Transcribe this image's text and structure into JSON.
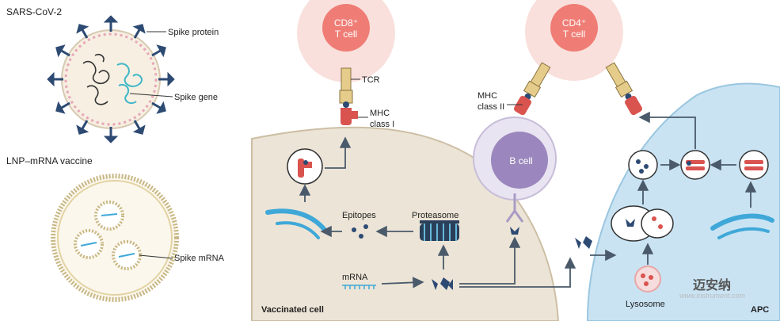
{
  "panel_left": {
    "virus_title": "SARS-CoV-2",
    "spike_protein": "Spike protein",
    "spike_gene": "Spike gene",
    "vaccine_title": "LNP–mRNA vaccine",
    "spike_mrna": "Spike mRNA"
  },
  "panel_main": {
    "cd8_line1": "CD8⁺",
    "cd8_line2": "T cell",
    "tcr": "TCR",
    "mhc1_line1": "MHC",
    "mhc1_line2": "class I",
    "epitopes": "Epitopes",
    "proteasome": "Proteasome",
    "mrna": "mRNA",
    "vaccinated_cell": "Vaccinated cell",
    "cd4_line1": "CD4⁺",
    "cd4_line2": "T cell",
    "mhc2_line1": "MHC",
    "mhc2_line2": "class II",
    "b_cell": "B cell",
    "lysosome": "Lysosome",
    "apc": "APC"
  },
  "watermark": {
    "brand": "迈安纳",
    "site": "www.instrument.com"
  },
  "colors": {
    "vaccinated_cell_fill": "#ece4d6",
    "apc_fill": "#c9e3f3",
    "t_cell_outer": "#f9e0dc",
    "t_cell_inner": "#ef7d75",
    "b_cell_outer": "#e9e4f1",
    "b_cell_inner": "#9b87bd",
    "spike_navy": "#2d4a73",
    "mhc_red": "#d9534f",
    "tcr_tan": "#e6cc8a",
    "er_blue": "#3fa8d8"
  }
}
